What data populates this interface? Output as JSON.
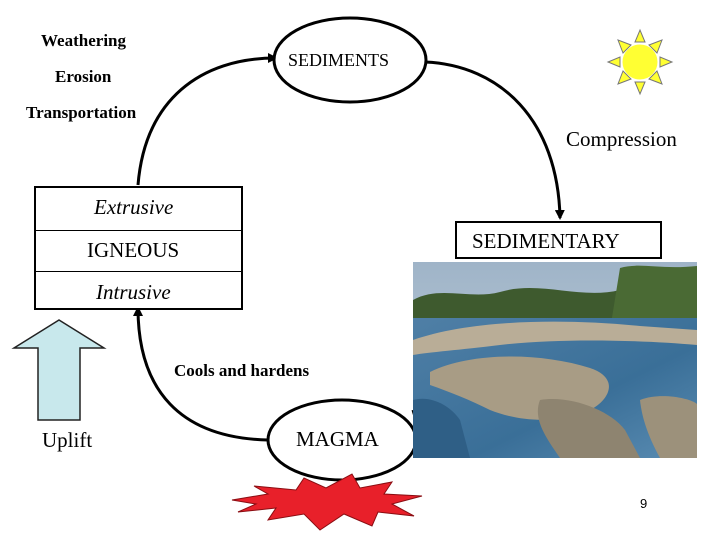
{
  "labels": {
    "weathering": "Weathering",
    "erosion": "Erosion",
    "transportation": "Transportation",
    "compression": "Compression",
    "cools_and_hardens": "Cools and hardens",
    "uplift": "Uplift"
  },
  "nodes": {
    "sediments": "SEDIMENTS",
    "sedimentary": "SEDIMENTARY",
    "magma": "MAGMA"
  },
  "igneous_box": {
    "top": "Extrusive",
    "middle": "IGNEOUS",
    "bottom": "Intrusive"
  },
  "page_number": "9",
  "icons": [
    "sun-icon",
    "uplift-arrow-icon",
    "heat-burst-icon",
    "river-landscape-photo"
  ],
  "colors": {
    "sun": "#ffff33",
    "uplift_arrow": "#c8e8ec",
    "heat_burst": "#e8202a",
    "line": "#000000"
  }
}
